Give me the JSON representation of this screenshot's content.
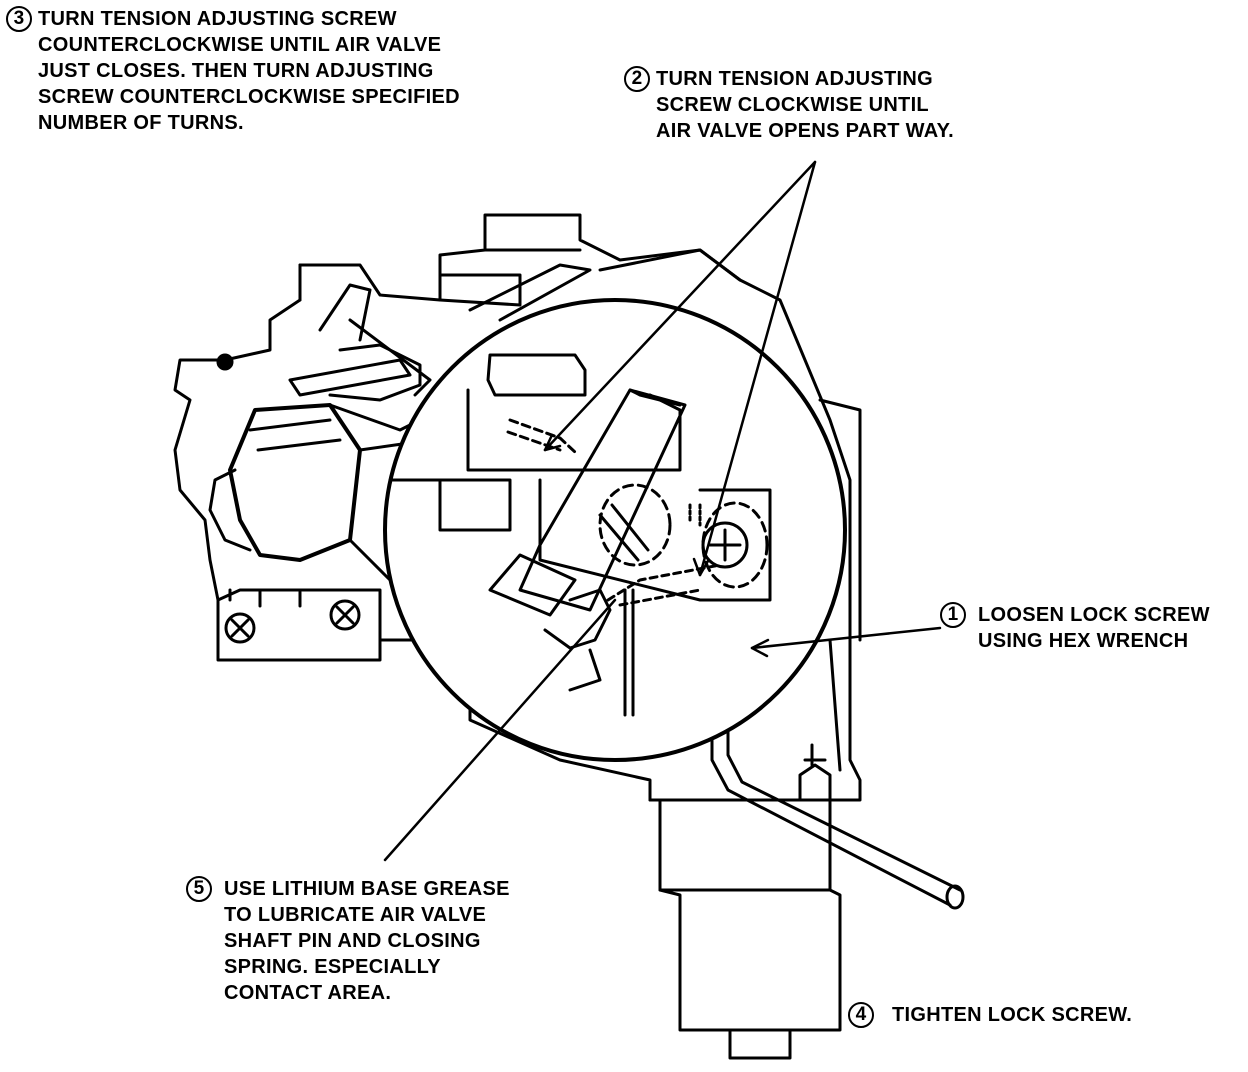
{
  "callouts": [
    {
      "number": "1",
      "lines": [
        "LOOSEN LOCK SCREW",
        "USING HEX WRENCH"
      ]
    },
    {
      "number": "2",
      "lines": [
        "TURN TENSION ADJUSTING",
        "SCREW CLOCKWISE UNTIL",
        "AIR VALVE OPENS PART WAY."
      ]
    },
    {
      "number": "3",
      "lines": [
        "TURN TENSION ADJUSTING SCREW",
        "COUNTERCLOCKWISE UNTIL AIR VALVE",
        "JUST CLOSES. THEN TURN ADJUSTING",
        "SCREW COUNTERCLOCKWISE SPECIFIED",
        "NUMBER OF TURNS."
      ]
    },
    {
      "number": "4",
      "lines": [
        "TIGHTEN LOCK SCREW."
      ]
    },
    {
      "number": "5",
      "lines": [
        "USE LITHIUM BASE GREASE",
        "TO LUBRICATE AIR VALVE",
        "SHAFT PIN AND CLOSING",
        "SPRING. ESPECIALLY",
        "CONTACT AREA."
      ]
    }
  ],
  "colors": {
    "ink": "#000000",
    "paper": "#ffffff"
  }
}
